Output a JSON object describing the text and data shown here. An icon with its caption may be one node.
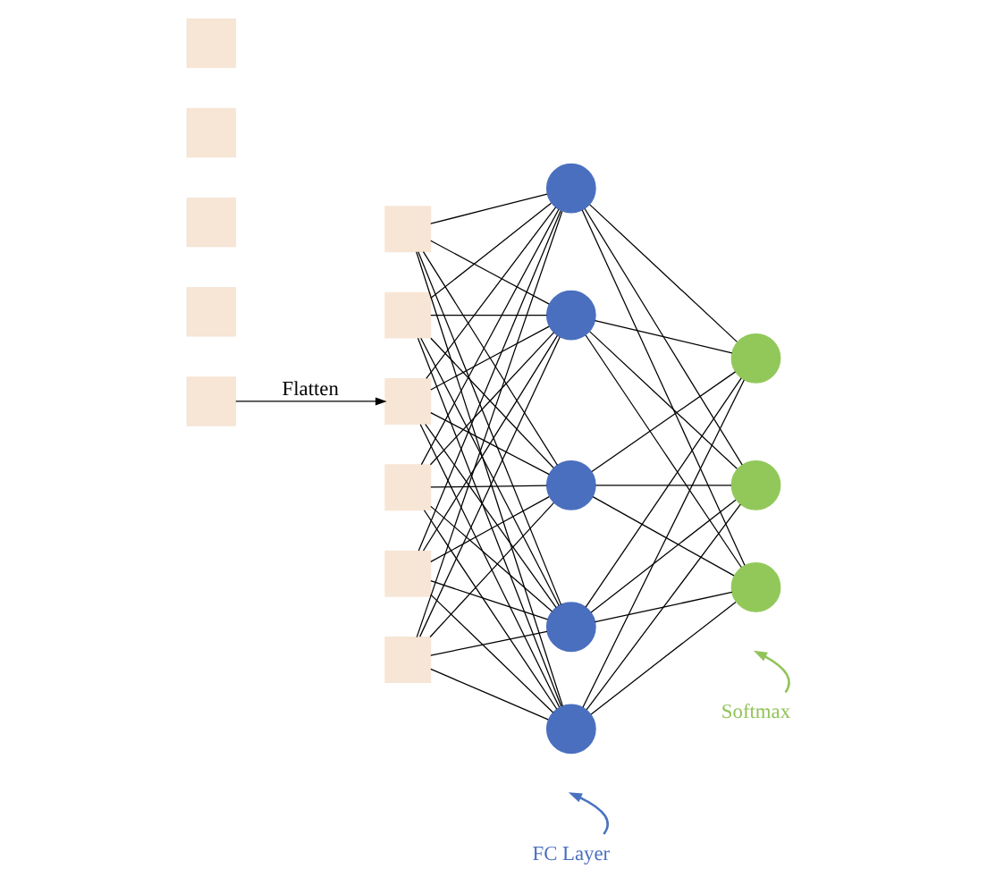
{
  "diagram": {
    "nodes": [
      {
        "text": [],
        "shape": "box"
      },
      {
        "text": [],
        "shape": "box"
      },
      {
        "text": [],
        "shape": "box"
      },
      {
        "text": [],
        "shape": "box"
      },
      {
        "text": [],
        "shape": "box"
      },
      {
        "text": [],
        "shape": "box"
      },
      {
        "text": [],
        "shape": "box"
      },
      {
        "text": [],
        "shape": "box"
      },
      {
        "text": [],
        "shape": "box"
      },
      {
        "text": [],
        "shape": "box"
      },
      {
        "text": [],
        "shape": "box"
      },
      {
        "text": [],
        "shape": "circle"
      },
      {
        "text": [],
        "shape": "circle"
      },
      {
        "text": [],
        "shape": "circle"
      },
      {
        "text": [],
        "shape": "circle"
      },
      {
        "text": [],
        "shape": "circle"
      },
      {
        "text": [],
        "shape": "circle"
      },
      {
        "text": [],
        "shape": "circle"
      },
      {
        "text": [],
        "shape": "circle"
      },
      {
        "text": [
          "FC Layer"
        ]
      },
      {
        "text": [
          "Softmax"
        ]
      }
    ],
    "edges": [
      {
        "from": 4,
        "to": 7,
        "arrow": "to",
        "label": "Flatten"
      },
      {
        "from": 5,
        "to": 11,
        "arrow": "none"
      },
      {
        "from": 5,
        "to": 12,
        "arrow": "none"
      },
      {
        "from": 5,
        "to": 13,
        "arrow": "none"
      },
      {
        "from": 5,
        "to": 14,
        "arrow": "none"
      },
      {
        "from": 5,
        "to": 15,
        "arrow": "none"
      },
      {
        "from": 6,
        "to": 11,
        "arrow": "none"
      },
      {
        "from": 6,
        "to": 12,
        "arrow": "none"
      },
      {
        "from": 6,
        "to": 13,
        "arrow": "none"
      },
      {
        "from": 6,
        "to": 14,
        "arrow": "none"
      },
      {
        "from": 6,
        "to": 15,
        "arrow": "none"
      },
      {
        "from": 7,
        "to": 11,
        "arrow": "none"
      },
      {
        "from": 7,
        "to": 12,
        "arrow": "none"
      },
      {
        "from": 7,
        "to": 13,
        "arrow": "none"
      },
      {
        "from": 7,
        "to": 14,
        "arrow": "none"
      },
      {
        "from": 7,
        "to": 15,
        "arrow": "none"
      },
      {
        "from": 8,
        "to": 11,
        "arrow": "none"
      },
      {
        "from": 8,
        "to": 12,
        "arrow": "none"
      },
      {
        "from": 8,
        "to": 13,
        "arrow": "none"
      },
      {
        "from": 8,
        "to": 14,
        "arrow": "none"
      },
      {
        "from": 8,
        "to": 15,
        "arrow": "none"
      },
      {
        "from": 9,
        "to": 11,
        "arrow": "none"
      },
      {
        "from": 9,
        "to": 12,
        "arrow": "none"
      },
      {
        "from": 9,
        "to": 13,
        "arrow": "none"
      },
      {
        "from": 9,
        "to": 14,
        "arrow": "none"
      },
      {
        "from": 9,
        "to": 15,
        "arrow": "none"
      },
      {
        "from": 10,
        "to": 11,
        "arrow": "none"
      },
      {
        "from": 10,
        "to": 12,
        "arrow": "none"
      },
      {
        "from": 10,
        "to": 13,
        "arrow": "none"
      },
      {
        "from": 10,
        "to": 14,
        "arrow": "none"
      },
      {
        "from": 10,
        "to": 15,
        "arrow": "none"
      },
      {
        "from": 11,
        "to": 16,
        "arrow": "none"
      },
      {
        "from": 11,
        "to": 17,
        "arrow": "none"
      },
      {
        "from": 11,
        "to": 18,
        "arrow": "none"
      },
      {
        "from": 12,
        "to": 16,
        "arrow": "none"
      },
      {
        "from": 12,
        "to": 17,
        "arrow": "none"
      },
      {
        "from": 12,
        "to": 18,
        "arrow": "none"
      },
      {
        "from": 13,
        "to": 16,
        "arrow": "none"
      },
      {
        "from": 13,
        "to": 17,
        "arrow": "none"
      },
      {
        "from": 13,
        "to": 18,
        "arrow": "none"
      },
      {
        "from": 14,
        "to": 16,
        "arrow": "none"
      },
      {
        "from": 14,
        "to": 17,
        "arrow": "none"
      },
      {
        "from": 14,
        "to": 18,
        "arrow": "none"
      },
      {
        "from": 15,
        "to": 16,
        "arrow": "none"
      },
      {
        "from": 15,
        "to": 17,
        "arrow": "none"
      },
      {
        "from": 15,
        "to": 18,
        "arrow": "none"
      },
      {
        "from": 19,
        "to": null,
        "arrow": "to",
        "color": "#4a72c0"
      },
      {
        "from": 20,
        "to": null,
        "arrow": "to",
        "color": "#92c35a"
      }
    ]
  }
}
